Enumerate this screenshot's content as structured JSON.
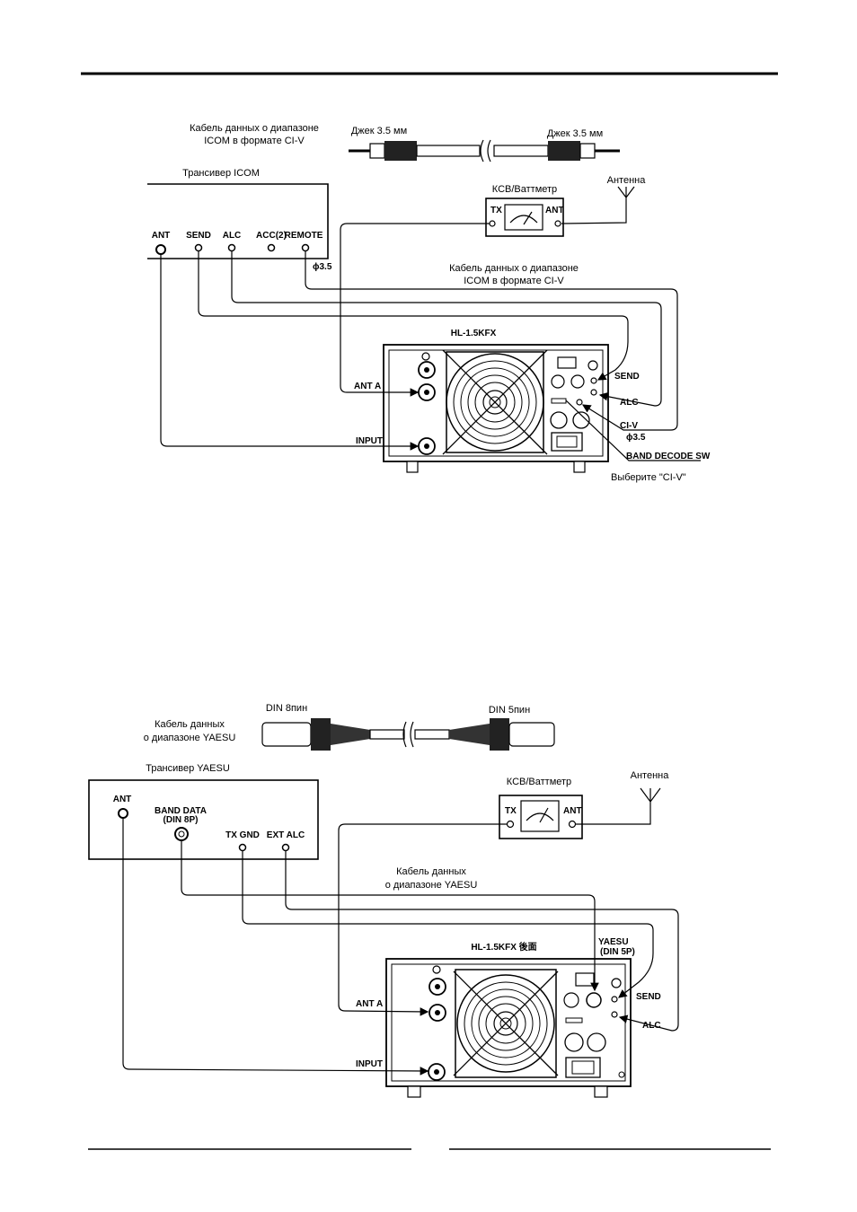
{
  "diagram1": {
    "cable_caption_1": "Кабель данных о диапазоне",
    "cable_caption_2": "ICOM в формате CI-V",
    "jack_left": "Джек 3.5 мм",
    "jack_right": "Джек 3.5 мм",
    "transceiver_title": "Трансивер ICOM",
    "swr_meter": "КСВ/Ваттметр",
    "swr_tx": "TX",
    "swr_ant": "ANT",
    "antenna": "Антенна",
    "ports": [
      "ANT",
      "SEND",
      "ALC",
      "ACC(2)",
      "REMOTE"
    ],
    "phi35_left": "ϕ3.5",
    "cable_mid_1": "Кабель данных о диапазоне",
    "cable_mid_2": "ICOM в формате CI-V",
    "amp_model": "HL-1.5KFX",
    "ant_a": "ANT A",
    "input": "INPUT",
    "send": "SEND",
    "alc": "ALC",
    "civ": "CI-V",
    "phi35_right": "ϕ3.5",
    "band_decode": "BAND  DECODE SW",
    "select_civ": "Выберите \"CI-V\""
  },
  "diagram2": {
    "din8": "DIN 8пин",
    "din5": "DIN 5пин",
    "cable_caption_1": "Кабель данных",
    "cable_caption_2": "о диапазоне YAESU",
    "transceiver_title": "Трансивер YAESU",
    "swr_meter": "КСВ/Ваттметр",
    "swr_tx": "TX",
    "swr_ant": "ANT",
    "antenna": "Антенна",
    "port_ant": "ANT",
    "port_band_data": "BAND DATA",
    "port_band_data_sub": "(DIN 8P)",
    "port_tx_gnd": "TX GND",
    "port_ext_alc": "EXT ALC",
    "cable_mid_1": "Кабель данных",
    "cable_mid_2": "о диапазоне YAESU",
    "amp_model": "HL-1.5KFX  後面",
    "yaesu": "YAESU",
    "yaesu_sub": "(DIN 5P)",
    "send": "SEND",
    "alc": "ALC",
    "ant_a": "ANT A",
    "input": "INPUT"
  }
}
